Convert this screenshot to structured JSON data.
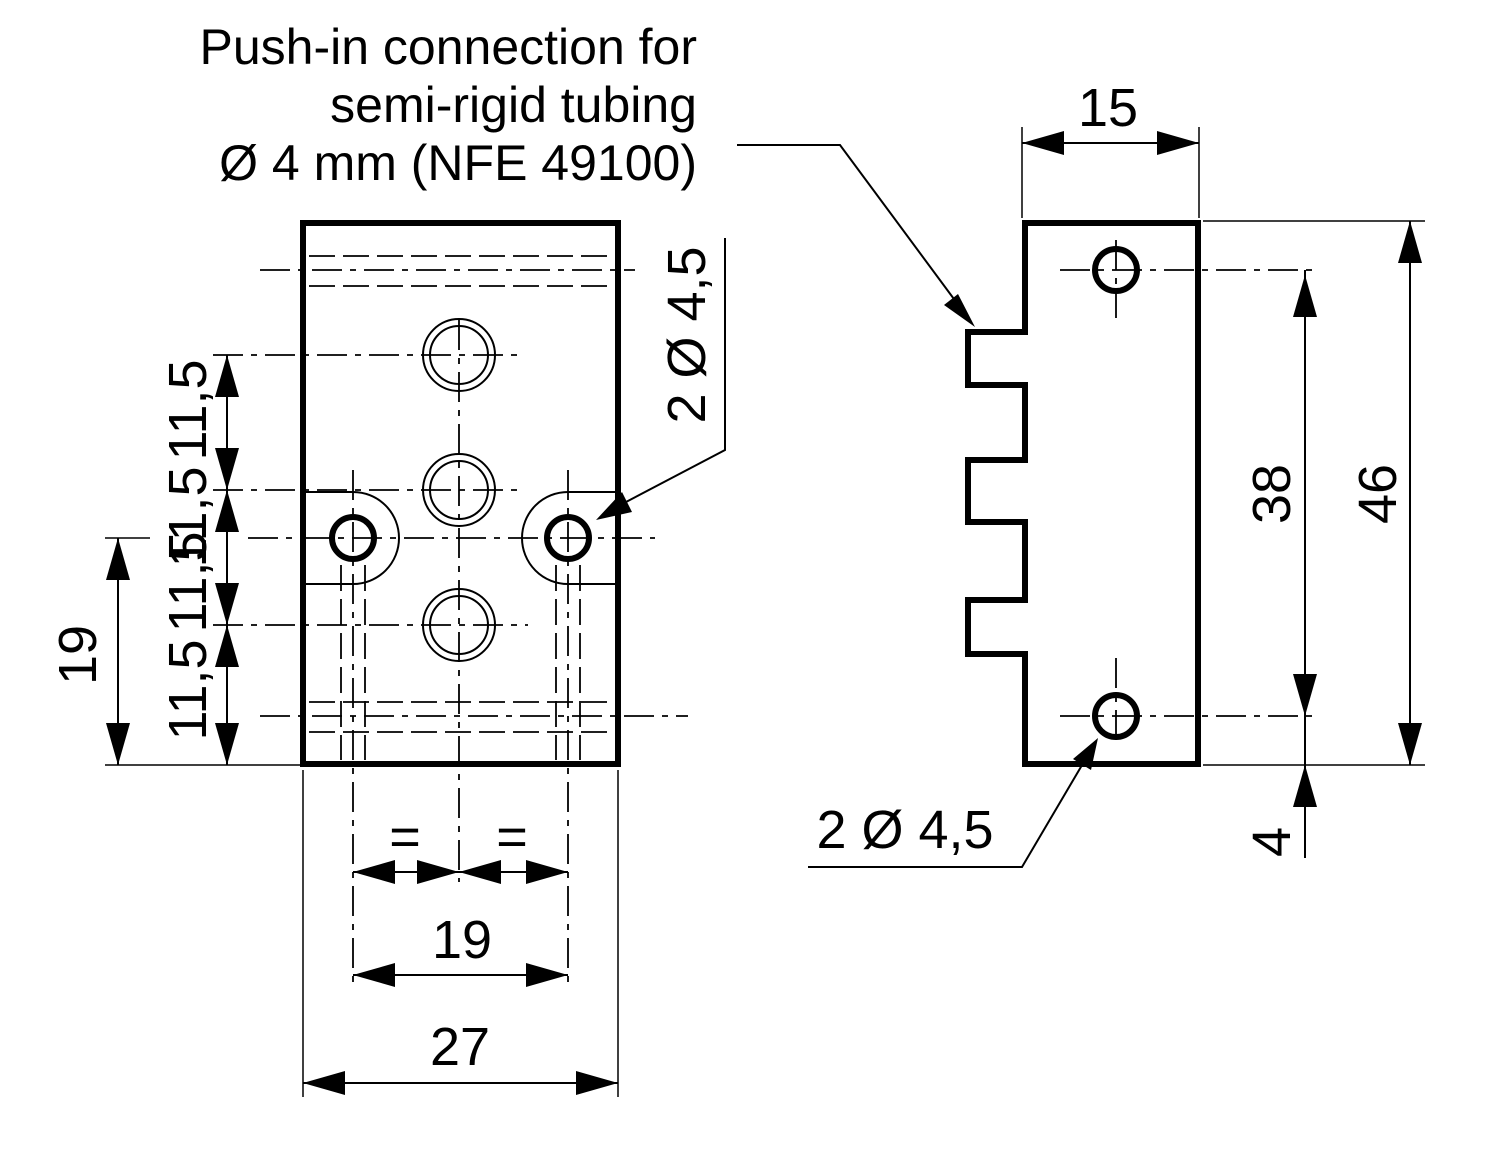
{
  "front_view": {
    "dim_27": "27",
    "dim_19_bottom": "19",
    "equal_left": "=",
    "equal_right": "=",
    "dim_19_left": "19",
    "pitch_1": "11,5",
    "pitch_2": "11,5",
    "pitch_3": "11,5",
    "pitch_4": "11,5",
    "mount_holes": "2 Ø 4,5"
  },
  "side_view": {
    "dim_15": "15",
    "dim_38": "38",
    "dim_46": "46",
    "dim_4": "4",
    "mount_holes": "2 Ø 4,5"
  },
  "callout": {
    "line1": "Push-in connection for",
    "line2": "semi-rigid tubing",
    "line3": "Ø 4 mm (NFE 49100)"
  }
}
